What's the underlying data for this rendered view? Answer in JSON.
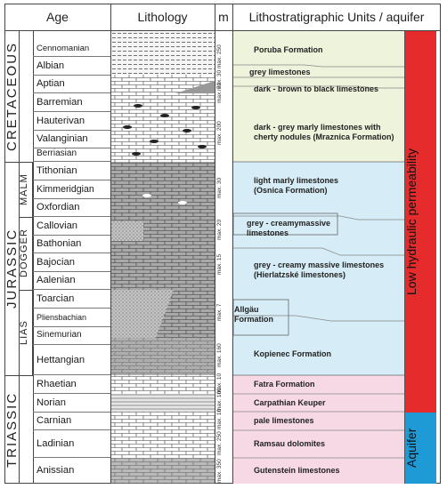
{
  "headers": {
    "age": "Age",
    "lithology": "Lithology",
    "thickness": "m",
    "units": "Lithostratigraphic Units / aquifer"
  },
  "periods": {
    "cretaceous": "CRETACEOUS",
    "jurassic": "JURASSIC",
    "triassic": "TRIASSIC"
  },
  "epochs": {
    "malm": "MALM",
    "dogger": "DOGGER",
    "lias": "LIAS"
  },
  "stages": [
    "Cennomanian",
    "Albian",
    "Aptian",
    "Barremian",
    "Hauterivan",
    "Valanginian",
    "Berriasian",
    "Tithonian",
    "Kimmeridgian",
    "Oxfordian",
    "Callovian",
    "Bathonian",
    "Bajocian",
    "Aalenian",
    "Toarcian",
    "Pliensbachian",
    "Sinemurian",
    "Hettangian",
    "Rhaetian",
    "Norian",
    "Carnian",
    "Ladinian",
    "Anissian"
  ],
  "thickness": [
    "max. 250",
    "max. 30",
    "max. 70",
    "max. 200",
    "max. 30",
    "max. 20",
    "max. 15",
    "max. 7",
    "max. 160",
    "max. 10",
    "max. 100",
    "max. 10",
    "max. 250",
    "max. 350"
  ],
  "units": {
    "poruba": "Poruba Formation",
    "grey_lime": "grey limestones",
    "dark_brown": "dark - brown to black limestones",
    "mraznica": "dark - grey marly limestones with cherty nodules (Mraznica Formation)",
    "osnica": "light marly limestones (Osnica Formation)",
    "creamy_massive": "grey - creamymassive limestones",
    "hierlatzske": "grey - creamy massive limestones (Hierlatzské limestones)",
    "allgau": "Allgäu Formation",
    "kopienec": "Kopienec Formation",
    "fatra": "Fatra Formation",
    "keuper": "Carpathian Keuper",
    "pale": "pale limestones",
    "ramsau": "Ramsau dolomites",
    "gutenstein": "Gutenstein limestones"
  },
  "hydro": {
    "low": "Low hydraulic permeability",
    "aquifer": "Aquifer"
  },
  "colors": {
    "cretaceous": "#eef3dc",
    "jurassic": "#d6ecf6",
    "triassic": "#f7d9e5",
    "low": "#e52b2b",
    "aquifer": "#1e9ad6"
  }
}
